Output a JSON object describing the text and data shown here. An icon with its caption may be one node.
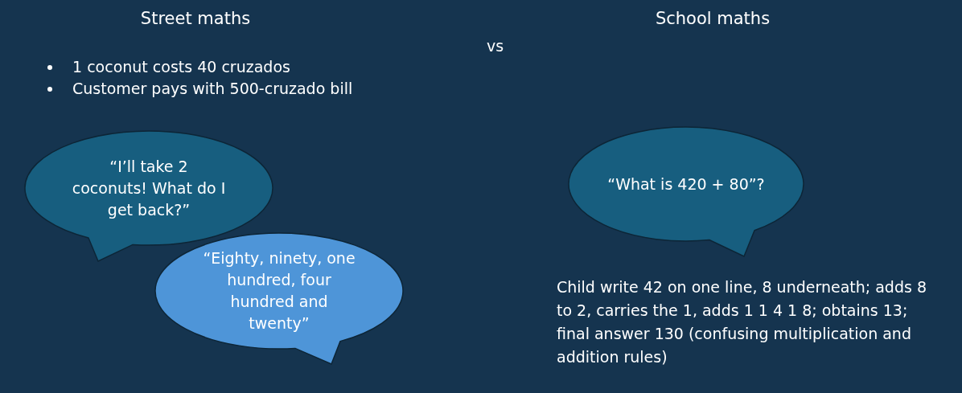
{
  "diagram": {
    "nodes": [
      {
        "text": [
          "“I’ll take 2 coconuts! What do I get back?”"
        ]
      },
      {
        "text": [
          "“Eighty, ninety, one hundred, four hundred and twenty”"
        ]
      },
      {
        "text": [
          "“What is 420 + 80”?"
        ]
      }
    ],
    "labels": [
      "Street maths",
      "School maths",
      "vs",
      "1 coconut costs 40 cruzados",
      "Customer pays with 500-cruzado bill",
      "Child write 42 on one line, 8 underneath; adds 8 to 2, carries the 1, adds 1 1 4 1 8; obtains 13; final answer 130 (confusing multiplication and addition rules)"
    ]
  }
}
